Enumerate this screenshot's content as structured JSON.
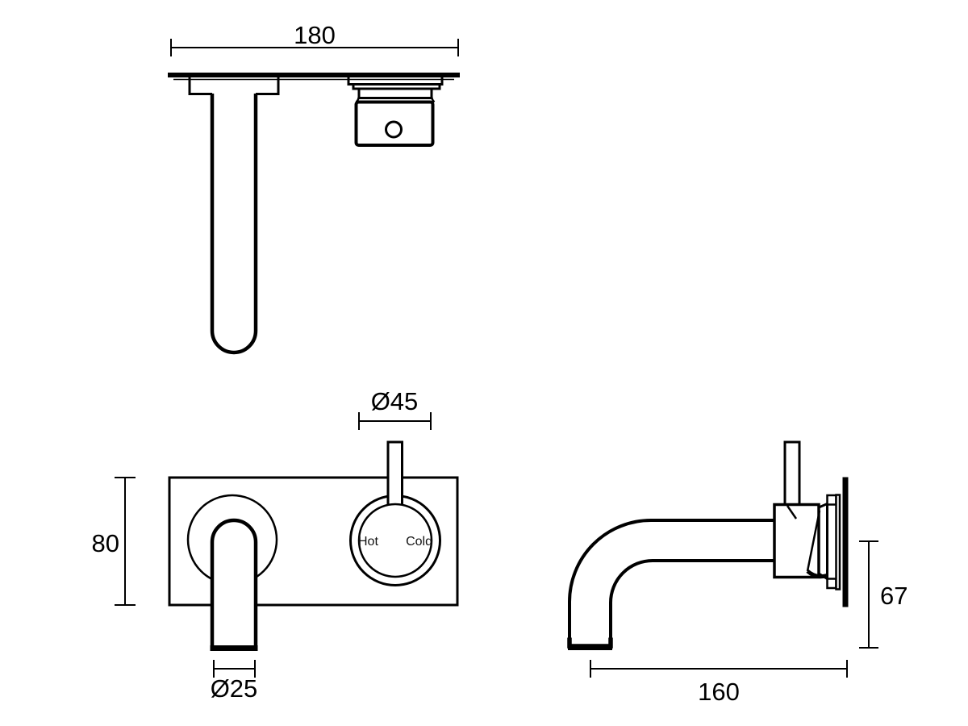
{
  "drawing": {
    "background_color": "#ffffff",
    "line_color": "#000000"
  },
  "dimensions": {
    "plate_width": "180",
    "handle_diameter": "Ø45",
    "plate_height": "80",
    "spout_diameter": "Ø25",
    "spout_reach": "160",
    "spout_drop": "67"
  },
  "handle_markings": {
    "hot": "Hot",
    "cold": "Cold"
  }
}
